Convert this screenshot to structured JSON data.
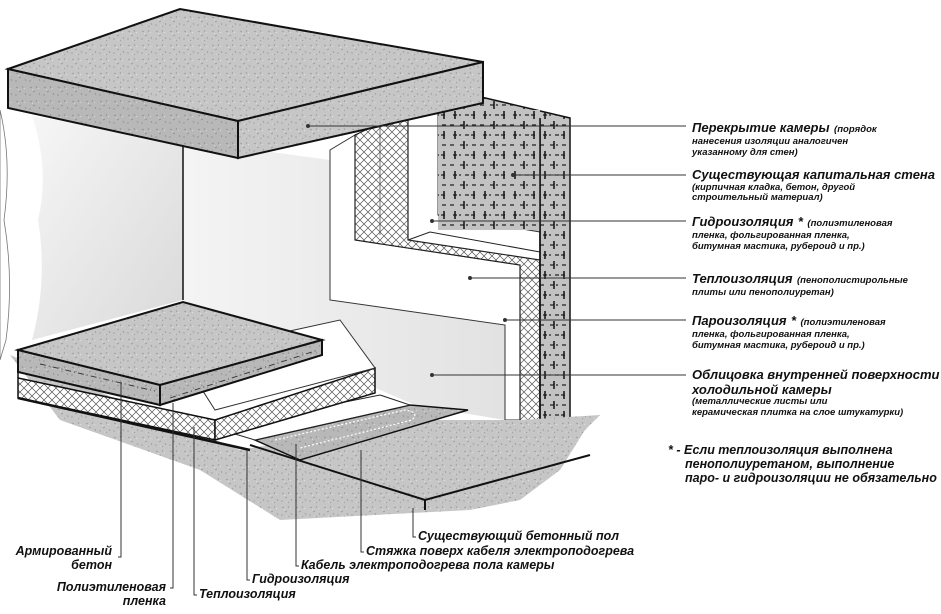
{
  "diagram": {
    "title": "Cold storage chamber insulation cross-section",
    "colors": {
      "concrete": "#c8c8c8",
      "concrete_dark": "#b4b4b4",
      "brick": "#c4c4c4",
      "insulation_bg": "#ffffff",
      "wall_face": "#ececec",
      "outline": "#111111"
    },
    "right_labels": [
      {
        "id": "ceiling",
        "title": "Перекрытие камеры",
        "title_note": "(порядок",
        "lines": [
          "нанесения изоляции аналогичен",
          "указанному для стен)"
        ]
      },
      {
        "id": "capital-wall",
        "title": "Существующая капитальная стена",
        "title_note": "",
        "lines": [
          "(кирпичная кладка, бетон, другой",
          "строительный материал)"
        ]
      },
      {
        "id": "waterproofing",
        "title": "Гидроизоляция",
        "asterisk": "*",
        "title_note": "(полиэтиленовая",
        "lines": [
          "пленка, фольгированная пленка,",
          "битумная мастика, рубероид и пр.)"
        ]
      },
      {
        "id": "thermal-insulation",
        "title": "Теплоизоляция",
        "title_note": "(пенополистирольные",
        "lines": [
          "плиты или пенополиуретан)"
        ]
      },
      {
        "id": "vapor-barrier",
        "title": "Пароизоляция",
        "asterisk": "*",
        "title_note": "(полиэтиленовая",
        "lines": [
          "пленка, фольгированная пленка,",
          "битумная мастика, рубероид и пр.)"
        ]
      },
      {
        "id": "cladding",
        "title": "Облицовка внутренней поверхности",
        "title2": "холодильной камеры",
        "lines": [
          "(металлические листы или",
          "керамическая плитка на слое штукатурки)"
        ]
      }
    ],
    "footnote": {
      "marker": "* -",
      "lines": [
        "Если теплоизоляция выполнена",
        "пенополиуретаном, выполнение",
        "паро- и гидроизоляции не обязательно"
      ]
    },
    "bottom_labels": {
      "existing_floor": "Существующий бетонный пол",
      "screed": "Стяжка поверх кабеля электроподогрева",
      "heating_cable": "Кабель электроподогрева пола камеры",
      "waterproofing": "Гидроизоляция",
      "insulation": "Теплоизоляция",
      "reinforced_concrete": [
        "Армированный",
        "бетон"
      ],
      "pe_film": [
        "Полиэтиленовая",
        "пленка"
      ]
    }
  }
}
